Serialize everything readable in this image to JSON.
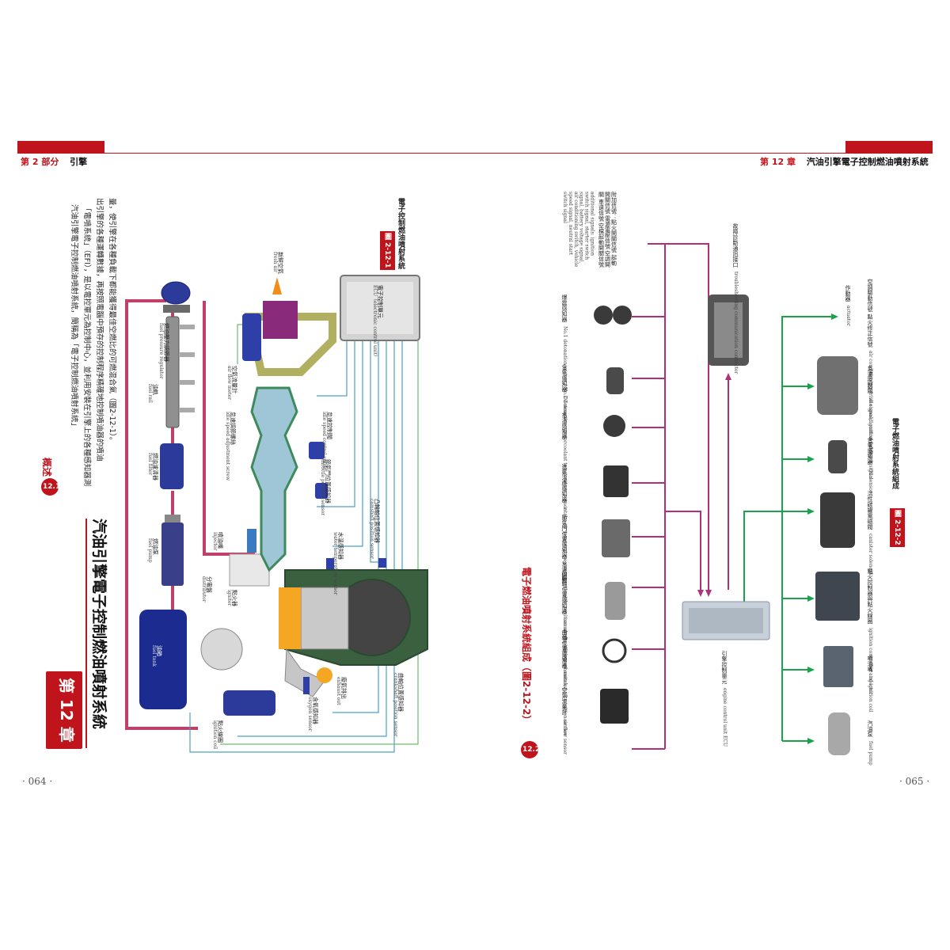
{
  "left": {
    "header": {
      "part": "第 2 部分",
      "title": "引擎"
    },
    "chapter": {
      "number": "第 12 章",
      "title": "汽油引擎電子控制燃油噴射系統"
    },
    "section": {
      "badge": "12.1",
      "title": "概述"
    },
    "body": [
      "汽油引擎電子控制燃油噴射系統，簡稱為「電子控制燃油噴射系統」",
      "「電噴系統」（EFI），是以電控單元為控制中心，並利用安裝在引擎上的各種感知器測",
      "出引擎的各種運轉數據，再按照電腦中預存的控制程序精確地控制噴油器的噴油",
      "量，使引擎在各種負載下都能獲得最佳空燃比的可燃混合氣（圖2-12-1）。"
    ],
    "figure": {
      "tag": "圖 2-12-1",
      "caption": "電子控制燃油噴射系統"
    },
    "labels": {
      "fresh_air": {
        "zh": "新鮮空氣",
        "en": "fresh air"
      },
      "ecu": {
        "zh": "電子控制單元",
        "en": "ECU（electronic control unit）"
      },
      "fuel_pressure_regulator": {
        "zh": "燃油壓力調節器",
        "en": "fuel pressure regulator"
      },
      "fuel_rail": {
        "zh": "油軌",
        "en": "fuel rail"
      },
      "air_flow_meter": {
        "zh": "空氣流量計",
        "en": "air flow meter"
      },
      "idle_screw": {
        "zh": "怠速調節螺絲",
        "en": "idle speed adjustment screw"
      },
      "idle_valve": {
        "zh": "怠速控制閥",
        "en": "idle speed control valve"
      },
      "throttle_sensor": {
        "zh": "節氣門位置感知器",
        "en": "throttle position sensor"
      },
      "fuel_filter": {
        "zh": "燃油濾清器",
        "en": "fuel filter"
      },
      "fuel_pump": {
        "zh": "燃油泵",
        "en": "fuel pump"
      },
      "injector": {
        "zh": "噴油嘴",
        "en": "injector"
      },
      "distributor": {
        "zh": "分電盤",
        "en": "distributor"
      },
      "igniter": {
        "zh": "點火器",
        "en": "igniter"
      },
      "fuel_tank": {
        "zh": "油箱",
        "en": "fuel tank"
      },
      "ignition_coil": {
        "zh": "點火線圈",
        "en": "ignition coil"
      },
      "oxygen_sensor": {
        "zh": "含氧感知器",
        "en": "oxygen sensor"
      },
      "exhaust_out": {
        "zh": "廢氣排出",
        "en": "exhaust out"
      },
      "water_temp": {
        "zh": "水溫感知器",
        "en": "water temperature sensor"
      },
      "camshaft_sensor": {
        "zh": "凸輪軸位置感知器",
        "en": "camshaft position sensor"
      },
      "crankshaft_sensor": {
        "zh": "曲軸位置感知器",
        "en": "crankshaft position sensor"
      }
    },
    "folio": "· 064 ·"
  },
  "right": {
    "header": {
      "chapter": "第 12 章",
      "title": "汽油引擎電子控制燃油噴射系統"
    },
    "section": {
      "badge": "12.2",
      "title": "電子燃油噴射系統組成（圖2-12-2）"
    },
    "figure": {
      "tag": "圖 2-12-2",
      "caption": "電子燃油噴射系統組成"
    },
    "sensors": [
      {
        "zh": "空氣流量計",
        "en": "air flow sensor"
      },
      {
        "zh": "曲軸位置感知器",
        "en": "crankshaft position sensor"
      },
      {
        "zh": "凸輪軸位置感知器",
        "en": "camshaft position sensor"
      },
      {
        "zh": "節氣門位置感知器 怠速開關",
        "en": "throttle position sensor idle speed switch"
      },
      {
        "zh": "進氣溫度感知器",
        "en": "intake air temperature sensor"
      },
      {
        "zh": "水溫感知器",
        "en": "coolant temperature sensor"
      },
      {
        "zh": "含氧感知器",
        "en": "O2 sensor"
      },
      {
        "zh": "爆震感知器",
        "en": "knock sensor"
      }
    ],
    "knock_sensors": {
      "zh": "爆震感知器",
      "en": "No.1 detonation sensor / No.2 detonation sensor"
    },
    "additional_signals": {
      "zh": "附加信號：點火開關信號 起動開關信號 電源電壓信號 空調開關 車速信號 空檔起動開關信號",
      "en": "additional signals: ignition switch signal, starter switch signal, battery voltage signal, air conditioning switch, vehicle speed signal, neutral start switch signal"
    },
    "diagnostic": {
      "zh": "故障診斷通訊接口",
      "en": "troubleshooting communication connector"
    },
    "ecu": {
      "zh": "引擎控制單元",
      "en": "engine control unit ECU"
    },
    "actuators_title": {
      "zh": "作動器",
      "en": "actuator"
    },
    "actuators": [
      {
        "zh": "空調驅動信號 點火修正信號",
        "en": "air conditioning drive signal, ignition feedback signal"
      },
      {
        "zh": "怠速控制閥",
        "en": "idle speed control valve"
      },
      {
        "zh": "含氧感知器",
        "en": "O2 sensor"
      },
      {
        "zh": "活性碳罐電磁閥",
        "en": "canister solenoid"
      },
      {
        "zh": "點火控制器與點火線圈",
        "en": "ignition controller and ignition coil"
      },
      {
        "zh": "噴油嘴",
        "en": "injector"
      },
      {
        "zh": "汽油泵",
        "en": "fuel pump"
      }
    ],
    "folio": "· 065 ·"
  },
  "colors": {
    "accent": "#c0141c",
    "sensor_line": "#b0307a",
    "actuator_line": "#1aa34a",
    "fuel_line": "#c0406a"
  }
}
